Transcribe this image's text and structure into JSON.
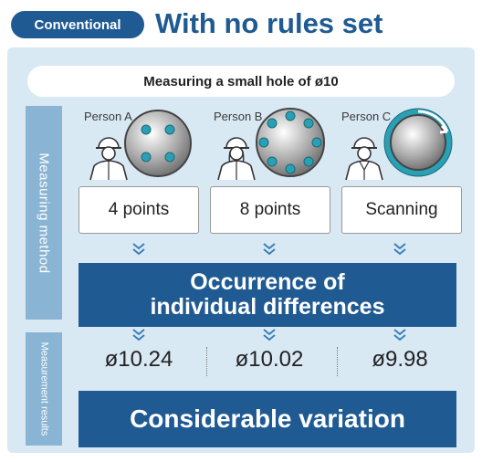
{
  "header": {
    "badge": "Conventional",
    "title": "With no rules set"
  },
  "subheader": "Measuring a small hole of ø10",
  "sidebar": {
    "method_label": "Measuring method",
    "results_label": "Measurement results"
  },
  "persons": [
    {
      "label": "Person A",
      "method": "4 points",
      "result": "ø10.24",
      "probe_points": 4
    },
    {
      "label": "Person B",
      "method": "8 points",
      "result": "ø10.02",
      "probe_points": 8
    },
    {
      "label": "Person C",
      "method": "Scanning",
      "result": "ø9.98",
      "probe_points": 0
    }
  ],
  "banner_top": {
    "line1": "Occurrence of",
    "line2": "individual differences"
  },
  "banner_bottom": "Considerable variation",
  "colors": {
    "navy": "#1f5a92",
    "panel": "#d9e9f4",
    "sidebar": "#8ab4d3",
    "probe": "#2aa0b5"
  },
  "icons": [
    "person-icon",
    "hole-icon",
    "chevron-down-icon"
  ]
}
